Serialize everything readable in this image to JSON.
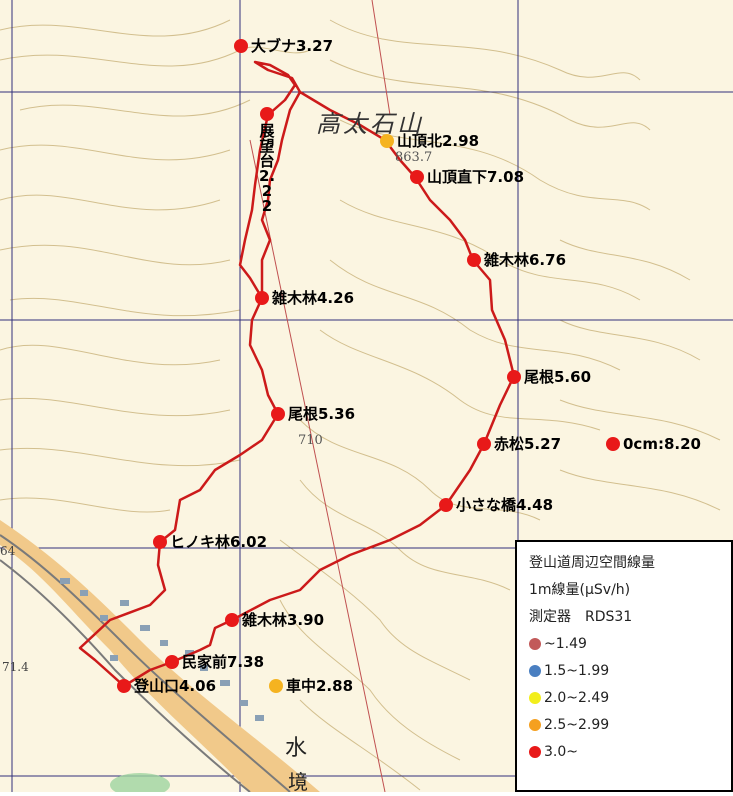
{
  "map": {
    "mountain_name": "高太石山",
    "elevation_mark": "863.7",
    "contour_mark": "710",
    "side_mark_left": "64",
    "side_mark_bottom": "71.4",
    "place_char_1": "水",
    "place_char_2": "境"
  },
  "points": [
    {
      "label": "大ブナ3.27",
      "color": "#e81919"
    },
    {
      "label": "展望台2.22",
      "color": "#e81919"
    },
    {
      "label": "山頂北2.98",
      "color": "#f5b320"
    },
    {
      "label": "山頂直下7.08",
      "color": "#e81919"
    },
    {
      "label": "雑木林6.76",
      "color": "#e81919"
    },
    {
      "label": "雑木林4.26",
      "color": "#e81919"
    },
    {
      "label": "尾根5.60",
      "color": "#e81919"
    },
    {
      "label": "尾根5.36",
      "color": "#e81919"
    },
    {
      "label": "赤松5.27",
      "color": "#e81919"
    },
    {
      "label": "0cm:8.20",
      "color": "#e81919"
    },
    {
      "label": "小さな橋4.48",
      "color": "#e81919"
    },
    {
      "label": "ヒノキ林6.02",
      "color": "#e81919"
    },
    {
      "label": "雑木林3.90",
      "color": "#e81919"
    },
    {
      "label": "民家前7.38",
      "color": "#e81919"
    },
    {
      "label": "登山口4.06",
      "color": "#e81919"
    },
    {
      "label": "車中2.88",
      "color": "#f5b320"
    }
  ],
  "legend": {
    "title": "登山道周辺空間線量",
    "subtitle": "1m線量(μSv/h)",
    "device": "測定器　RDS31",
    "items": [
      {
        "label": "~1.49",
        "color": "#c25a5a"
      },
      {
        "label": "1.5~1.99",
        "color": "#4a7fc1"
      },
      {
        "label": "2.0~2.49",
        "color": "#f2ee1c"
      },
      {
        "label": "2.5~2.99",
        "color": "#f5a020"
      },
      {
        "label": "3.0~",
        "color": "#e81919"
      }
    ]
  }
}
